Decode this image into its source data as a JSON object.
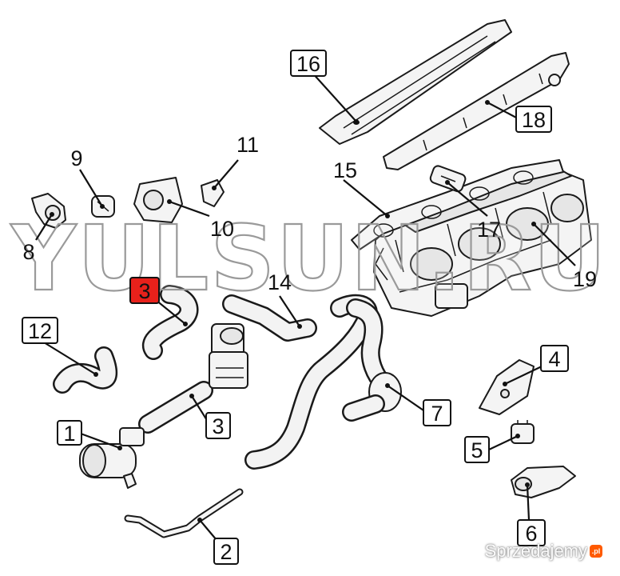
{
  "callouts": [
    {
      "id": "c1",
      "text": "1",
      "highlighted": false
    },
    {
      "id": "c2",
      "text": "2",
      "highlighted": false
    },
    {
      "id": "c3a",
      "text": "3",
      "highlighted": true
    },
    {
      "id": "c3b",
      "text": "3",
      "highlighted": false
    },
    {
      "id": "c4",
      "text": "4",
      "highlighted": false
    },
    {
      "id": "c5",
      "text": "5",
      "highlighted": false
    },
    {
      "id": "c6",
      "text": "6",
      "highlighted": false
    },
    {
      "id": "c7",
      "text": "7",
      "highlighted": false
    },
    {
      "id": "c8",
      "text": "8",
      "highlighted": false
    },
    {
      "id": "c9",
      "text": "9",
      "highlighted": false
    },
    {
      "id": "c10",
      "text": "10",
      "highlighted": false
    },
    {
      "id": "c11",
      "text": "11",
      "highlighted": false
    },
    {
      "id": "c12",
      "text": "12",
      "highlighted": false
    },
    {
      "id": "c14",
      "text": "14",
      "highlighted": false
    },
    {
      "id": "c15",
      "text": "15",
      "highlighted": false
    },
    {
      "id": "c16",
      "text": "16",
      "highlighted": false
    },
    {
      "id": "c17",
      "text": "17",
      "highlighted": false
    },
    {
      "id": "c18",
      "text": "18",
      "highlighted": false
    },
    {
      "id": "c19",
      "text": "19",
      "highlighted": false
    }
  ],
  "watermark": "YULSUN.RU",
  "logo": {
    "text": "Sprzedajemy",
    "badge": ".pl"
  },
  "colors": {
    "highlight": "#e8211b",
    "line": "#1a1a1a"
  }
}
